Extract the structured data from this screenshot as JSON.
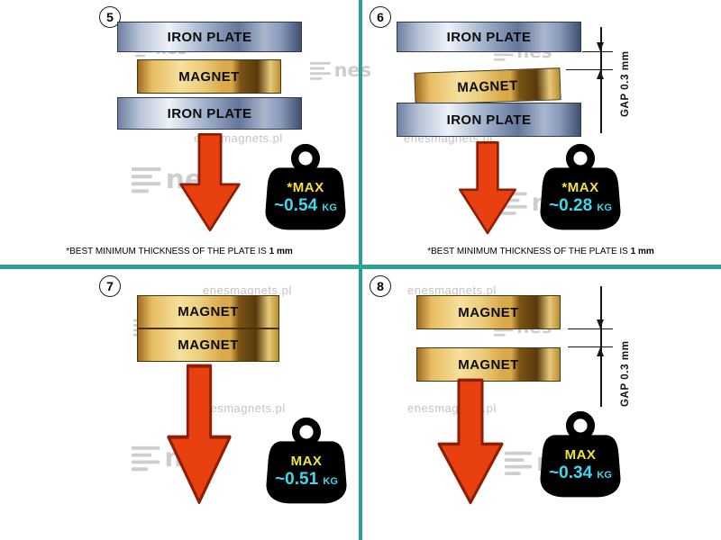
{
  "colors": {
    "divider": "#2aa396",
    "arrow_fill": "#e8400f",
    "arrow_stroke": "#8e1e03",
    "weight_body": "#000000",
    "weight_label": "#f2e33b",
    "weight_value": "#3cd9ef",
    "watermark": "#c2c2c2"
  },
  "labels": {
    "iron_plate": "IRON PLATE",
    "magnet": "MAGNET",
    "gap": "GAP 0.3 mm"
  },
  "watermarks": {
    "site": "enesmagnets.pl",
    "logo_text": "nes"
  },
  "panels": [
    {
      "number": "5",
      "weight_prefix": "*MAX",
      "weight_value": "~0.54",
      "weight_unit": "KG",
      "footnote_text": "*BEST MINIMUM THICKNESS OF THE PLATE IS",
      "footnote_bold": "1 mm"
    },
    {
      "number": "6",
      "weight_prefix": "*MAX",
      "weight_value": "~0.28",
      "weight_unit": "KG",
      "footnote_text": "*BEST MINIMUM THICKNESS OF THE PLATE IS",
      "footnote_bold": "1 mm"
    },
    {
      "number": "7",
      "weight_prefix": "MAX",
      "weight_value": "~0.51",
      "weight_unit": "KG"
    },
    {
      "number": "8",
      "weight_prefix": "MAX",
      "weight_value": "~0.34",
      "weight_unit": "KG"
    }
  ]
}
